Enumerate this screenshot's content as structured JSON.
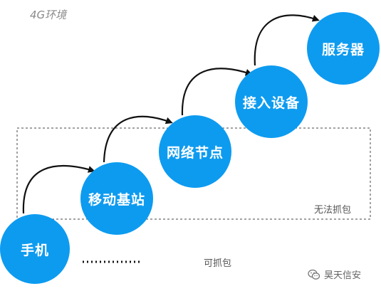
{
  "environment_label": "4G环境",
  "nodes": [
    {
      "label": "手机"
    },
    {
      "label": "移动基站"
    },
    {
      "label": "网络节点"
    },
    {
      "label": "接入设备"
    },
    {
      "label": "服务器"
    }
  ],
  "no_capture_label": "无法抓包",
  "capture_label": "可抓包",
  "watermark_text": "昊天信安",
  "colors": {
    "node_fill": "#0d9bf0",
    "arrow": "#111111",
    "dashed_border": "#444444"
  },
  "icons": {
    "watermark": "wechat-icon"
  }
}
